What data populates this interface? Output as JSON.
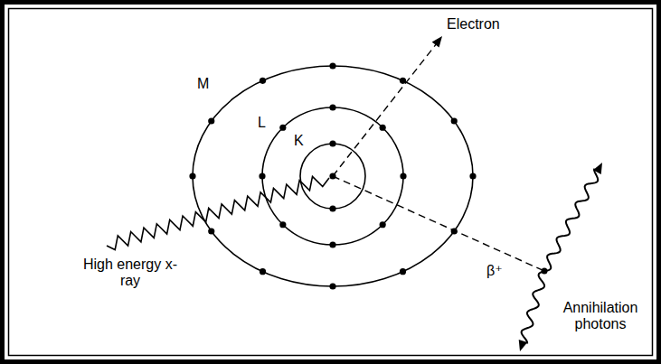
{
  "diagram": {
    "labels": [
      "Electron",
      "M",
      "L",
      "K",
      "High energy x-ray",
      "β⁺",
      "Annihilation photons"
    ]
  }
}
